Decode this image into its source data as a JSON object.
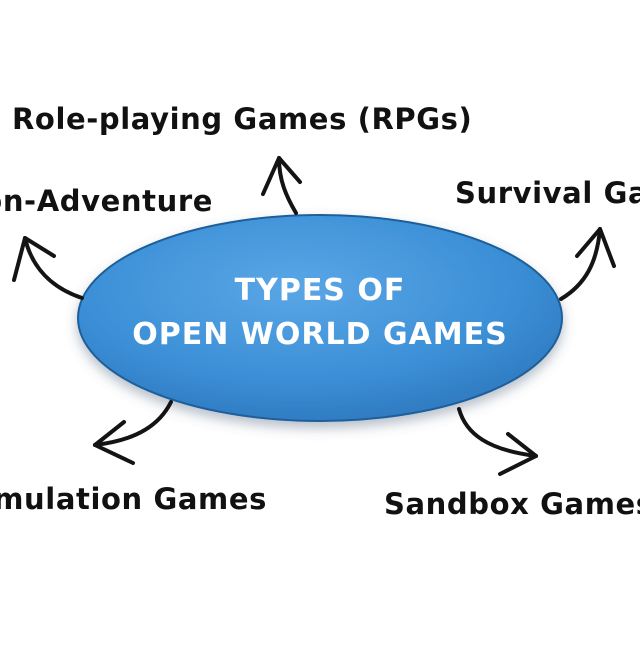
{
  "center": {
    "line1": "TYPES OF",
    "line2": "OPEN WORLD GAMES"
  },
  "branches": [
    {
      "label": "Role-playing Games (RPGs)"
    },
    {
      "label": "Action-Adventure"
    },
    {
      "label": "Survival Games"
    },
    {
      "label": "Simulation Games"
    },
    {
      "label": "Sandbox Games"
    }
  ],
  "colors": {
    "ellipse_fill": "#3b8fd6",
    "ellipse_border": "#1f5f9a",
    "text_center": "#ffffff",
    "labels": "#111111",
    "arrows": "#141414"
  }
}
